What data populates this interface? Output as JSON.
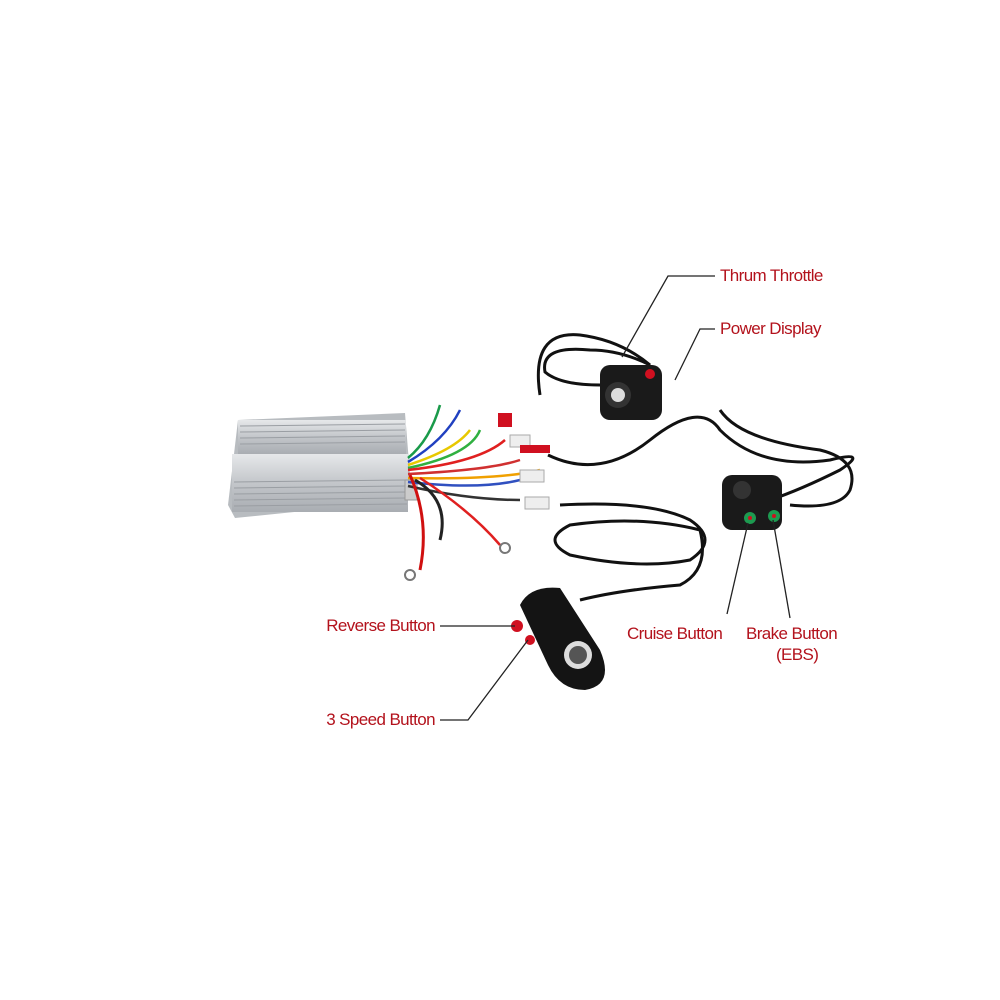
{
  "labels": {
    "thrum_throttle": "Thrum Throttle",
    "power_display": "Power Display",
    "reverse_button": "Reverse Button",
    "three_speed_button": "3 Speed Button",
    "cruise_button": "Cruise Button",
    "brake_button": "Brake Button",
    "brake_button_sub": "(EBS)"
  },
  "colors": {
    "label": "#b3121c",
    "leader": "#222222",
    "cable": "#111111",
    "controller": "#c9ccd0"
  }
}
